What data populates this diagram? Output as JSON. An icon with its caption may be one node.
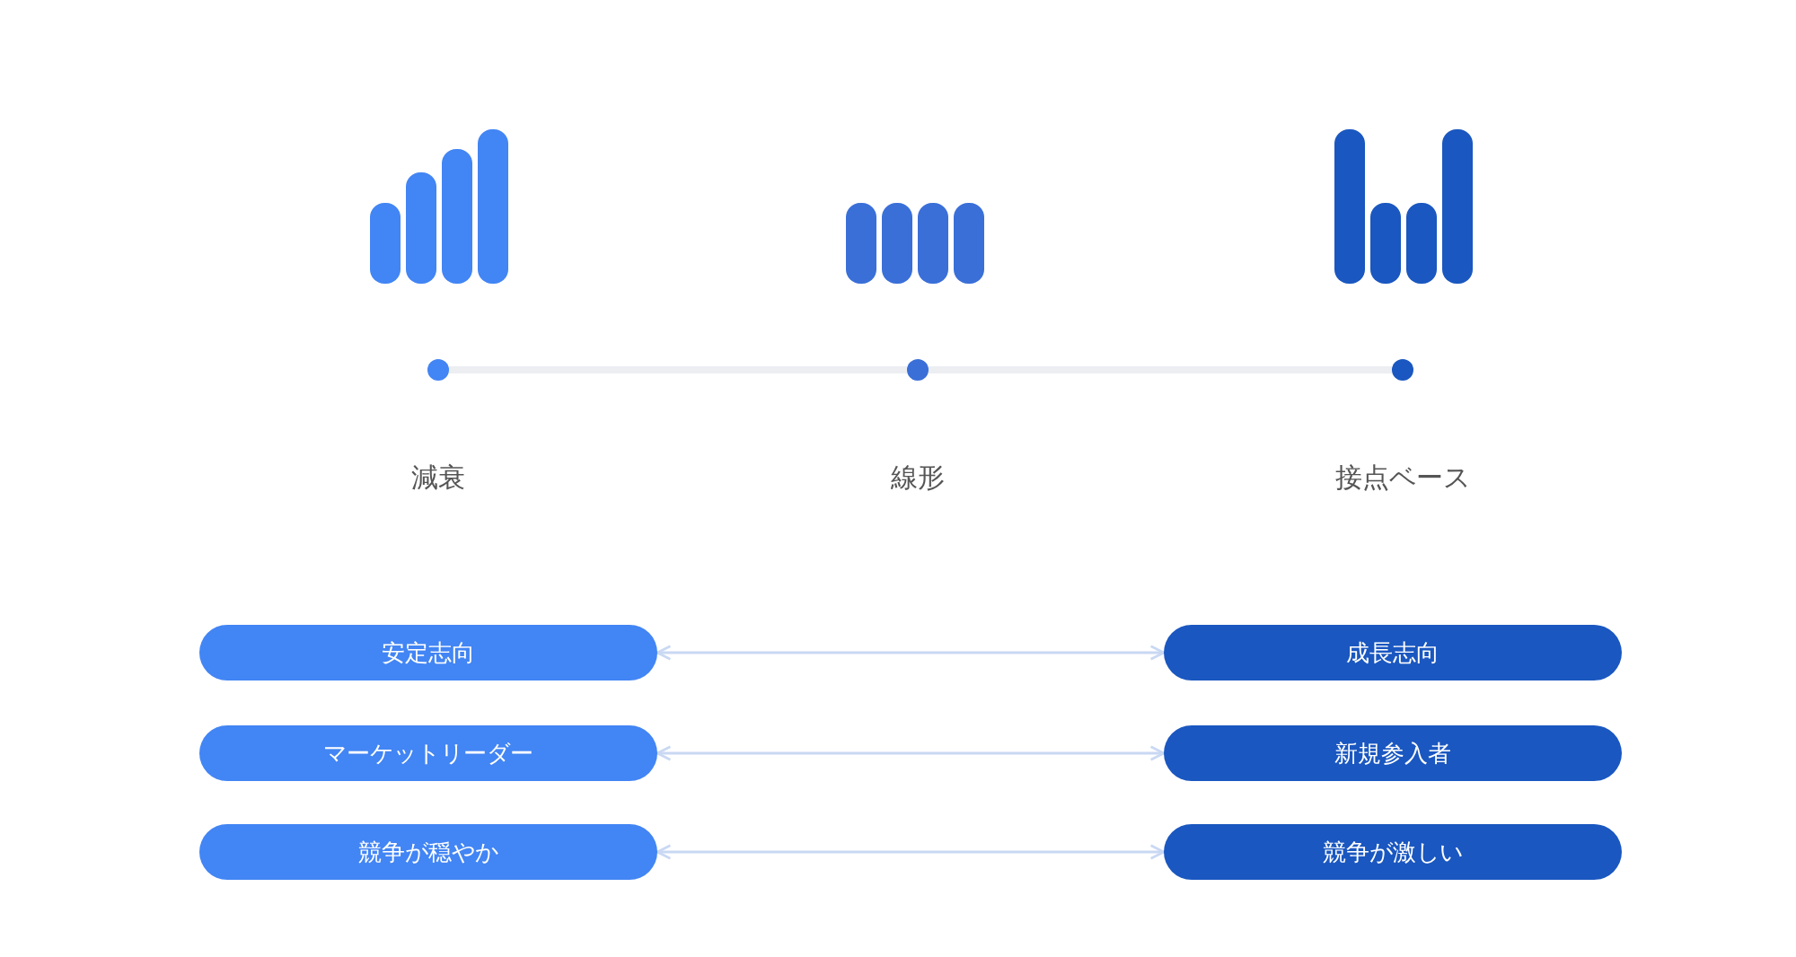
{
  "diagram": {
    "nodes": [
      {
        "text": [
          "安定志向"
        ]
      },
      {
        "text": [
          "成長志向"
        ]
      },
      {
        "text": [
          "マーケットリーダー"
        ]
      },
      {
        "text": [
          "新規参入者"
        ]
      },
      {
        "text": [
          "競争が穏やか"
        ]
      },
      {
        "text": [
          "競争が激しい"
        ]
      }
    ],
    "edges": [
      {
        "from": 0,
        "to": 1,
        "arrow": "both"
      },
      {
        "from": 2,
        "to": 3,
        "arrow": "both"
      },
      {
        "from": 4,
        "to": 5,
        "arrow": "both"
      }
    ],
    "labels": [
      "減衰",
      "線形",
      "接点ベース"
    ]
  }
}
